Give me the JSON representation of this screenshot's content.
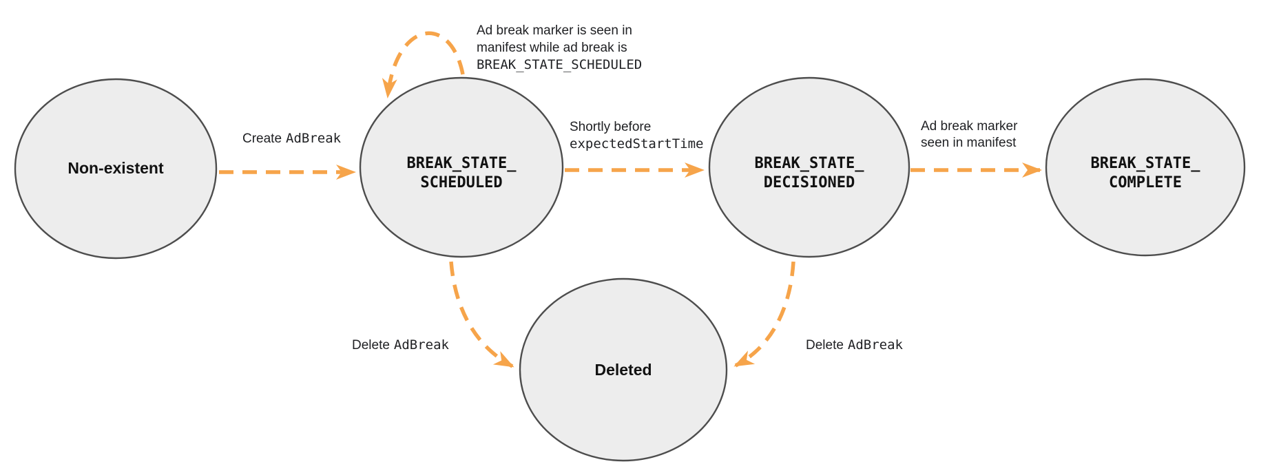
{
  "colors": {
    "arrow": "#F6A44A",
    "node_fill": "#EDEDED",
    "node_stroke": "#4D4D4D",
    "label_text": "#202124",
    "node_text": "#111111",
    "background": "#FFFFFF"
  },
  "nodes": {
    "non_existent": {
      "label": "Non-existent"
    },
    "scheduled": {
      "line1": "BREAK_STATE_",
      "line2": "SCHEDULED"
    },
    "decisioned": {
      "line1": "BREAK_STATE_",
      "line2": "DECISIONED"
    },
    "complete": {
      "line1": "BREAK_STATE_",
      "line2": "COMPLETE"
    },
    "deleted": {
      "label": "Deleted"
    }
  },
  "edges": {
    "create": {
      "plain": "Create",
      "code": "AdBreak"
    },
    "marker_seen_loop": {
      "line1": "Ad break marker is seen in",
      "line2": "manifest while ad break is",
      "line3": "BREAK_STATE_SCHEDULED"
    },
    "shortly_before": {
      "line1": "Shortly before",
      "line2": "expectedStartTime"
    },
    "marker_seen": {
      "line1": "Ad break marker",
      "line2": "seen in manifest"
    },
    "delete_scheduled": {
      "plain": "Delete",
      "code": "AdBreak"
    },
    "delete_decisioned": {
      "plain": "Delete",
      "code": "AdBreak"
    }
  }
}
